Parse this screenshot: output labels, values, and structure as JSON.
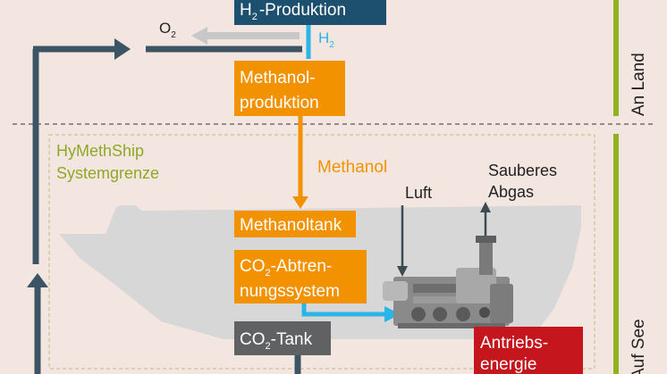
{
  "boxes": {
    "h2_production": {
      "text": "H",
      "sub": "2",
      "suffix": "-Produktion"
    },
    "methanol_production": {
      "line1": "Methanol-",
      "line2": "produktion"
    },
    "methanol_tank": {
      "text": "Methanoltank"
    },
    "co2_separation": {
      "line1_prefix": "CO",
      "line1_sub": "2",
      "line1_suffix": "-Abtren-",
      "line2": "nungssystem"
    },
    "co2_tank": {
      "prefix": "CO",
      "sub": "2",
      "suffix": "-Tank"
    },
    "propulsion": {
      "line1": "Antriebs-",
      "line2": "energie"
    }
  },
  "labels": {
    "o2": {
      "text": "O",
      "sub": "2"
    },
    "h2": {
      "text": "H",
      "sub": "2"
    },
    "methanol": "Methanol",
    "air": "Luft",
    "clean_exhaust_line1": "Sauberes",
    "clean_exhaust_line2": "Abgas",
    "system_boundary_line1": "HyMethShip",
    "system_boundary_line2": "Systemgrenze",
    "on_land": "An Land",
    "at_sea": "Auf See"
  },
  "colors": {
    "background": "#f3e6e1",
    "dark_box": "#1d4f6f",
    "orange": "#f39200",
    "gray_box": "#5f6163",
    "red": "#c4161c",
    "blue": "#29b6e6",
    "slate": "#3c5564",
    "green_bar": "#8fb21e",
    "green_text": "#8fa824",
    "ship": "#d7d7d7",
    "light_arrow": "#c8c8c8"
  }
}
